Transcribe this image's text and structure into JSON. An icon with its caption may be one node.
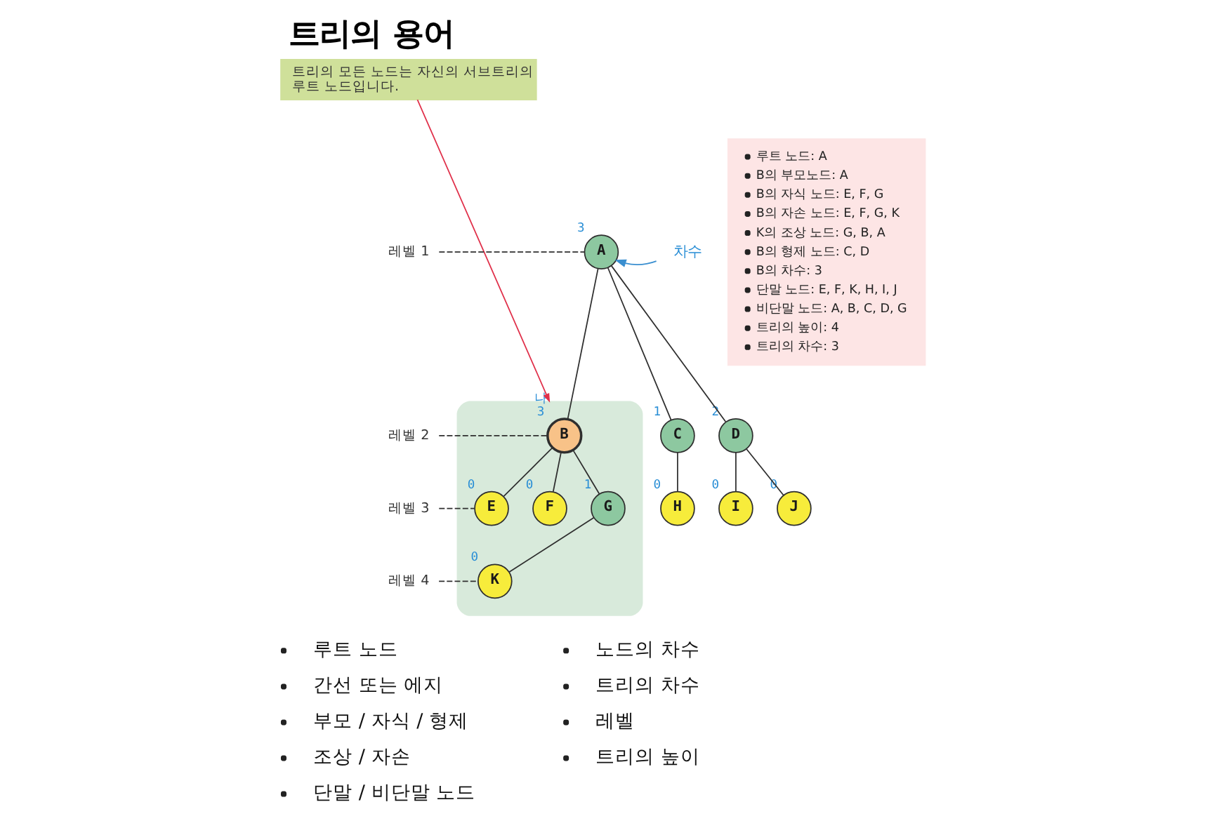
{
  "diagram": {
    "title": "트리의 용어",
    "nodes": [
      {
        "text": [
          "트리의 모든 노드는 자신의 서브트리의 루트 노드입니다."
        ]
      },
      {
        "text": [
          "레벨 1"
        ]
      },
      {
        "text": [
          "A"
        ],
        "beside": [
          "3"
        ]
      },
      {
        "text": [
          "차수"
        ]
      },
      {
        "text": [
          "레벨 2"
        ]
      },
      {
        "text": [],
        "shape": "ellipse"
      },
      {
        "text": [
          "B"
        ],
        "in": 5,
        "beside": [
          "나",
          "3"
        ]
      },
      {
        "text": [
          "C"
        ],
        "beside": [
          "1"
        ]
      },
      {
        "text": [
          "D"
        ],
        "beside": [
          "2"
        ]
      },
      {
        "text": [
          "레벨 3"
        ]
      },
      {
        "text": [
          "E"
        ],
        "in": 5,
        "beside": [
          "0"
        ]
      },
      {
        "text": [
          "F"
        ],
        "in": 5,
        "beside": [
          "0"
        ]
      },
      {
        "text": [
          "G"
        ],
        "in": 5,
        "beside": [
          "1"
        ]
      },
      {
        "text": [
          "H"
        ],
        "beside": [
          "0"
        ]
      },
      {
        "text": [
          "I"
        ],
        "beside": [
          "0"
        ]
      },
      {
        "text": [
          "J"
        ],
        "beside": [
          "0"
        ]
      },
      {
        "text": [
          "레벨 4"
        ]
      },
      {
        "text": [
          "K"
        ],
        "in": 5,
        "beside": [
          "0"
        ]
      },
      {
        "text": [
          "루트 노드: A",
          "B의 부모노드: A",
          "B의 자식 노드: E, F, G",
          "B의 자손 노드: E, F, G, K",
          "K의 조상 노드: G, B, A",
          "B의 형제 노드: C, D",
          "B의 차수: 3",
          "단말 노드: E, F, K, H, I, J",
          "비단말 노드: A, B, C, D, G",
          "트리의 높이: 4",
          "트리의 차수: 3"
        ]
      }
    ],
    "edges": [
      {
        "from": 0,
        "to": 5,
        "arrow": "to",
        "color": "#e0304a"
      },
      {
        "from": 1,
        "to": 2,
        "arrow": "none",
        "style": "dashed"
      },
      {
        "from": 3,
        "to": 2,
        "arrow": "to",
        "color": "#3a8fd0"
      },
      {
        "from": 2,
        "to": 6,
        "arrow": "none"
      },
      {
        "from": 2,
        "to": 7,
        "arrow": "none"
      },
      {
        "from": 2,
        "to": 8,
        "arrow": "none"
      },
      {
        "from": 4,
        "to": 6,
        "arrow": "none",
        "style": "dashed"
      },
      {
        "from": 6,
        "to": 10,
        "arrow": "none"
      },
      {
        "from": 6,
        "to": 11,
        "arrow": "none"
      },
      {
        "from": 6,
        "to": 12,
        "arrow": "none"
      },
      {
        "from": 7,
        "to": 13,
        "arrow": "none"
      },
      {
        "from": 8,
        "to": 14,
        "arrow": "none"
      },
      {
        "from": 8,
        "to": 15,
        "arrow": "none"
      },
      {
        "from": 9,
        "to": 10,
        "arrow": "none",
        "style": "dashed"
      },
      {
        "from": 12,
        "to": 17,
        "arrow": "none"
      },
      {
        "from": 16,
        "to": 17,
        "arrow": "none",
        "style": "dashed"
      }
    ],
    "labels": [
      "루트 노드",
      "간선 또는 에지",
      "부모 / 자식 / 형제",
      "조상 / 자손",
      "단말 / 비단말 노드",
      "노드의 차수",
      "트리의 차수",
      "레벨",
      "트리의 높이"
    ]
  }
}
